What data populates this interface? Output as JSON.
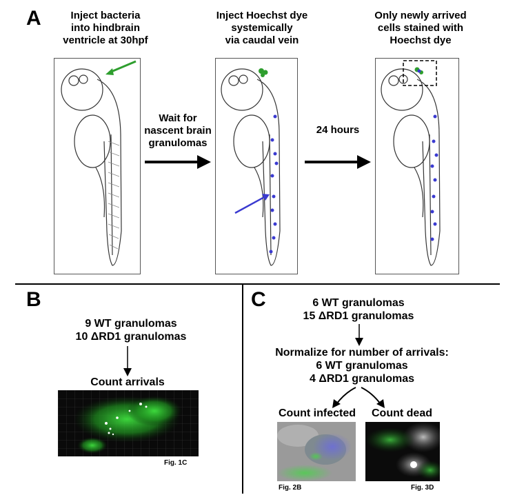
{
  "panels": {
    "a": {
      "letter": "A",
      "steps": [
        "Inject bacteria\ninto hindbrain\nventricle at 30hpf",
        "Inject Hoechst dye\nsystemically\nvia caudal vein",
        "Only newly arrived\ncells stained with\nHoechst dye"
      ],
      "transitions": [
        "Wait for\nnascent brain\ngranulomas",
        "24 hours"
      ]
    },
    "b": {
      "letter": "B",
      "counts": "9 WT granulomas\n10 ΔRD1 granulomas",
      "action": "Count arrivals",
      "fig_ref": "Fig. 1C"
    },
    "c": {
      "letter": "C",
      "counts": "6 WT granulomas\n15 ΔRD1 granulomas",
      "normalize": "Normalize for number of arrivals:\n6 WT granulomas\n4 ΔRD1 granulomas",
      "left_action": "Count infected",
      "right_action": "Count dead",
      "left_fig_ref": "Fig. 2B",
      "right_fig_ref": "Fig. 3D"
    }
  },
  "colors": {
    "bacteria": "#2e9e2e",
    "hoechst": "#3a3ad0",
    "fluorescence": "#2fc42f",
    "arrow": "#000000"
  }
}
